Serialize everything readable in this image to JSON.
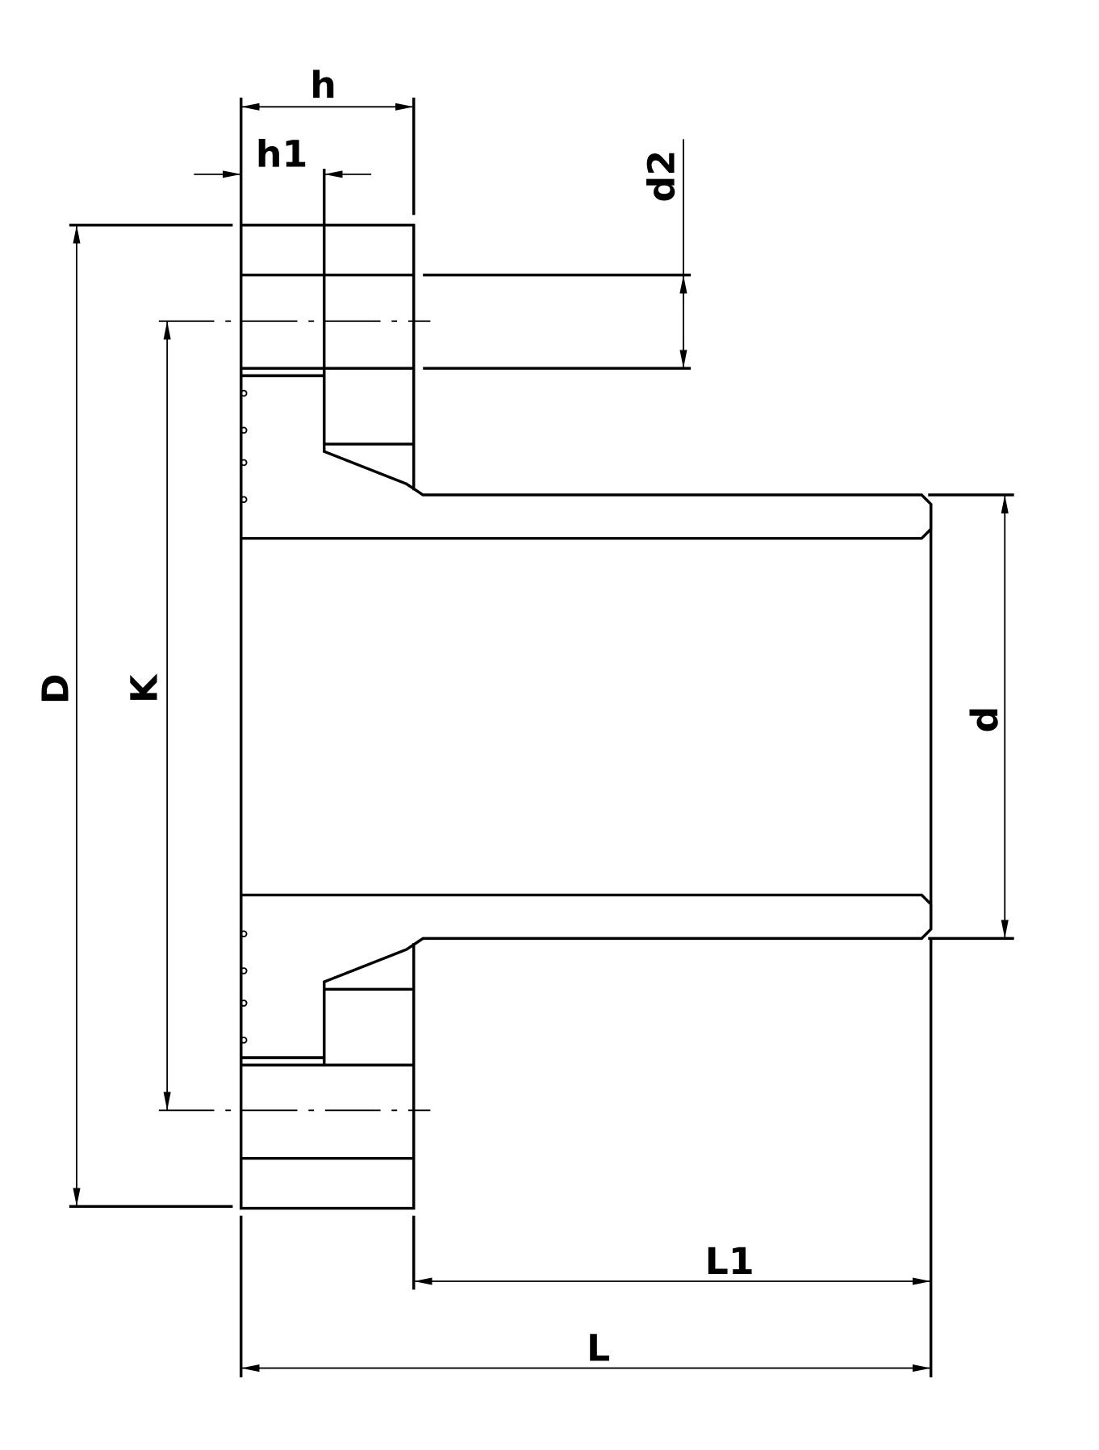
{
  "drawing": {
    "title": "Flange adapter cross-section",
    "dimensions": {
      "h": "h",
      "h1": "h1",
      "d2": "d2",
      "D": "D",
      "K": "K",
      "d": "d",
      "L1": "L1",
      "L": "L"
    },
    "colors": {
      "line": "#000000",
      "background": "#ffffff"
    }
  }
}
